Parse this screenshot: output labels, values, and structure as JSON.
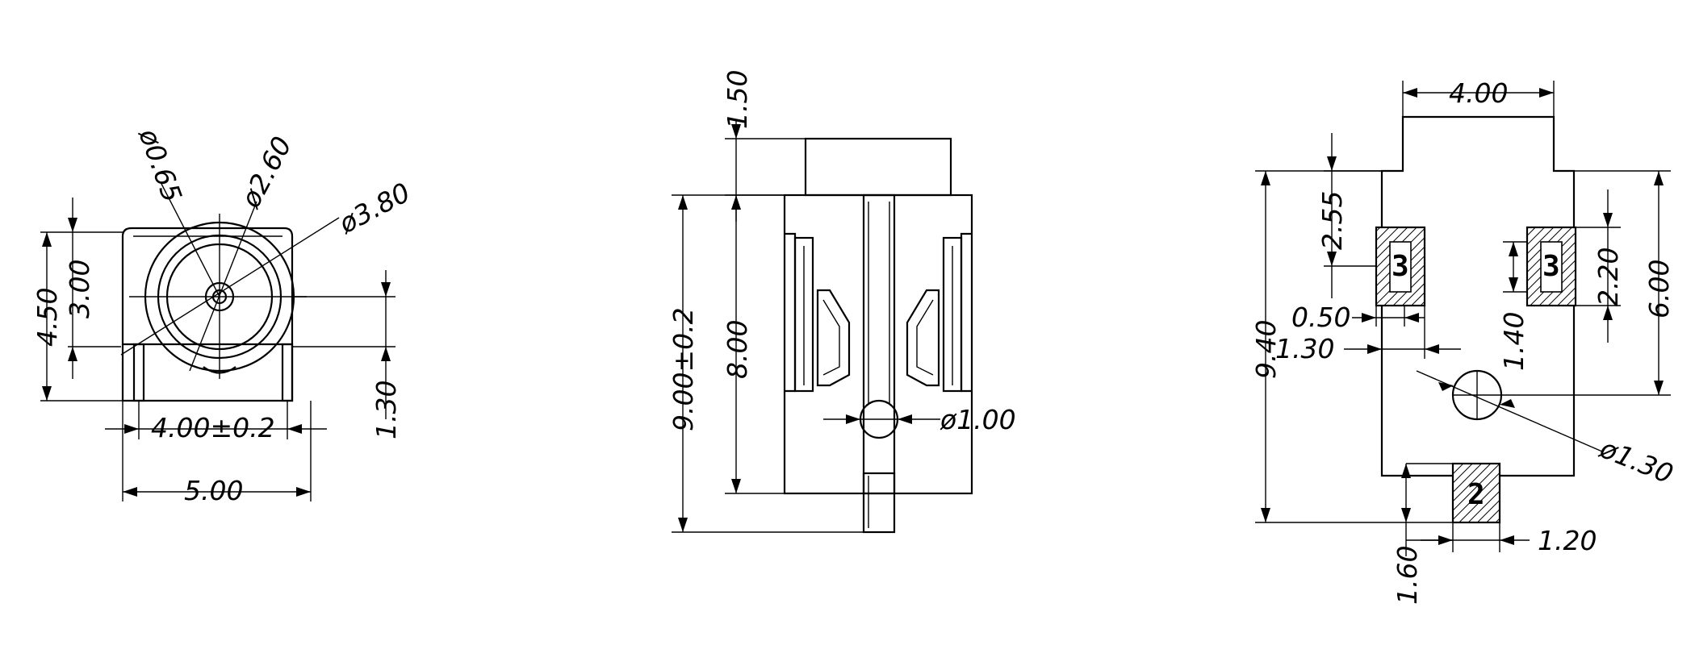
{
  "views": {
    "front": {
      "dims": {
        "height_total": "4.50",
        "height_center": "3.00",
        "pin_drop": "1.30",
        "pin_pitch": "4.00±0.2",
        "width": "5.00",
        "dia_center_pin": "ø0.65",
        "dia_inner": "ø2.60",
        "dia_outer": "ø3.80"
      }
    },
    "top": {
      "dims": {
        "top_step": "1.50",
        "length_total": "9.00±0.2",
        "body_length": "8.00",
        "dia_post": "ø1.00"
      }
    },
    "footprint": {
      "dims": {
        "top_width": "4.00",
        "pad_offset_top": "2.55",
        "pad_height": "2.20",
        "pad_inner_height": "1.40",
        "upper_height": "6.00",
        "total_height": "9.40",
        "pad_width": "0.50",
        "pad_offset_side": "1.30",
        "hole_dia": "ø1.30",
        "bottom_offset": "1.60",
        "bottom_pad_width": "1.20"
      },
      "pads": {
        "left": "3",
        "right": "3",
        "bottom": "2"
      }
    }
  }
}
